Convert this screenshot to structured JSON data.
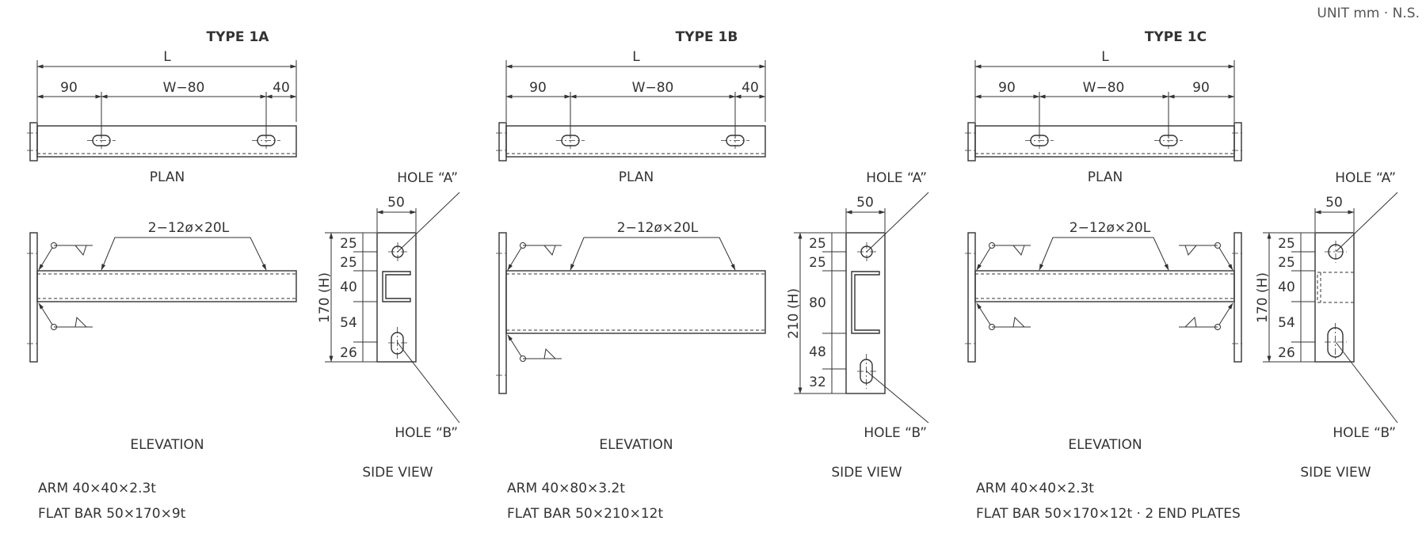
{
  "header": {
    "unit": "UNIT mm · N.S."
  },
  "types": [
    {
      "title": "TYPE 1A",
      "plan": {
        "overall": "L",
        "left": "90",
        "middle": "W−80",
        "right": "40",
        "label": "PLAN"
      },
      "elevation": {
        "holes_note": "2−12ø×20L",
        "label": "ELEVATION"
      },
      "side": {
        "width": "50",
        "height": "170 (H)",
        "segments": [
          "25",
          "25",
          "40",
          "54",
          "26"
        ],
        "hole_a": "HOLE “A”",
        "hole_b": "HOLE “B”",
        "label": "SIDE VIEW"
      },
      "specs": [
        "ARM 40×40×2.3t",
        "FLAT BAR 50×170×9t"
      ]
    },
    {
      "title": "TYPE 1B",
      "plan": {
        "overall": "L",
        "left": "90",
        "middle": "W−80",
        "right": "40",
        "label": "PLAN"
      },
      "elevation": {
        "holes_note": "2−12ø×20L",
        "label": "ELEVATION"
      },
      "side": {
        "width": "50",
        "height": "210 (H)",
        "segments": [
          "25",
          "25",
          "80",
          "48",
          "32"
        ],
        "hole_a": "HOLE “A”",
        "hole_b": "HOLE “B”",
        "label": "SIDE VIEW"
      },
      "specs": [
        "ARM 40×80×3.2t",
        "FLAT BAR 50×210×12t"
      ]
    },
    {
      "title": "TYPE 1C",
      "plan": {
        "overall": "L",
        "left": "90",
        "middle": "W−80",
        "right": "90",
        "label": "PLAN"
      },
      "elevation": {
        "holes_note": "2−12ø×20L",
        "label": "ELEVATION"
      },
      "side": {
        "width": "50",
        "height": "170 (H)",
        "segments": [
          "25",
          "25",
          "40",
          "54",
          "26"
        ],
        "hole_a": "HOLE “A”",
        "hole_b": "HOLE “B”",
        "label": "SIDE VIEW"
      },
      "specs": [
        "ARM 40×40×2.3t",
        "FLAT BAR 50×170×12t · 2 END PLATES"
      ]
    }
  ]
}
